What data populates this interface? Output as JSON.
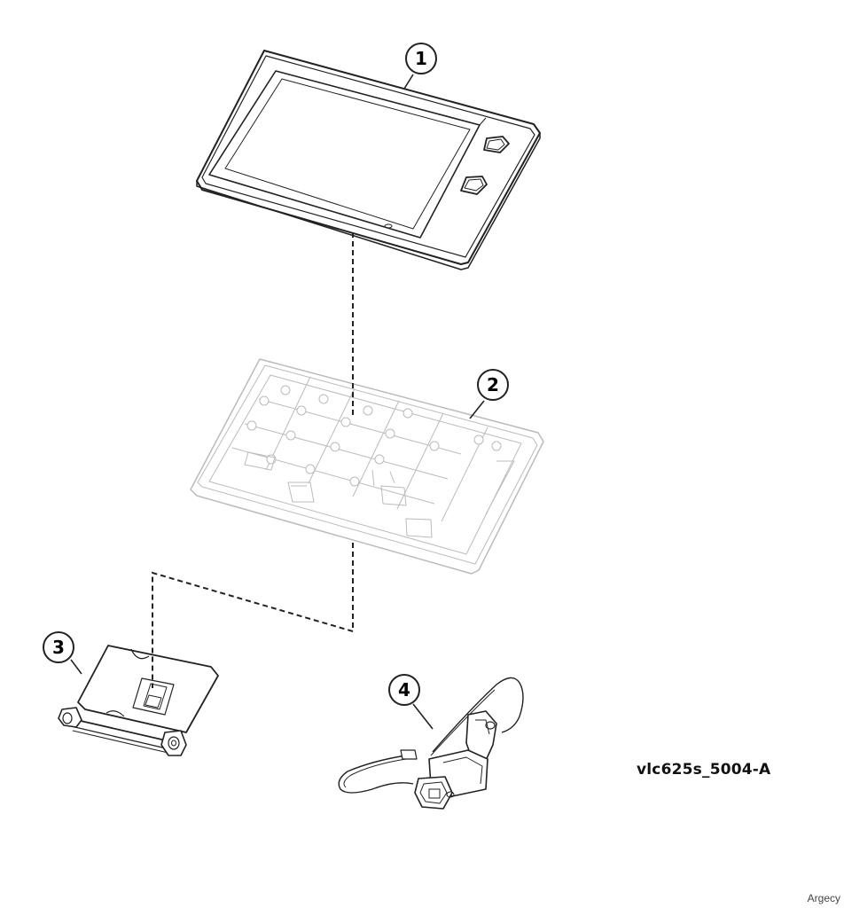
{
  "callouts": [
    {
      "id": "callout-1",
      "label": "1"
    },
    {
      "id": "callout-2",
      "label": "2"
    },
    {
      "id": "callout-3",
      "label": "3"
    },
    {
      "id": "callout-4",
      "label": "4"
    }
  ],
  "figure_id": "vlc625s_5004-A",
  "watermark": "Argecy"
}
